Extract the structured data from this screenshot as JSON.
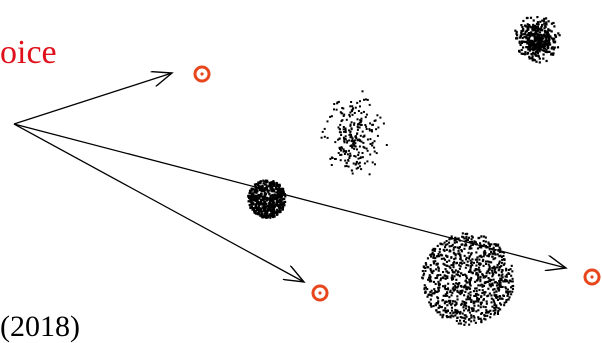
{
  "labels": {
    "choice": "oice",
    "year": "(2018)"
  },
  "colors": {
    "choice_text": "#e0101a",
    "target_marker": "#e8461c",
    "arrow": "#000000",
    "cluster_dots": "#000000"
  },
  "targets": [
    {
      "name": "target-top"
    },
    {
      "name": "target-bottom-left"
    },
    {
      "name": "target-right"
    }
  ],
  "clusters": [
    {
      "name": "cluster-dense-top-right",
      "density": "dense",
      "count": 420
    },
    {
      "name": "cluster-sparse-middle",
      "density": "sparse",
      "count": 260
    },
    {
      "name": "cluster-dense-on-arrow",
      "density": "dense",
      "count": 520
    },
    {
      "name": "cluster-large-bottom",
      "density": "medium",
      "count": 900
    }
  ]
}
